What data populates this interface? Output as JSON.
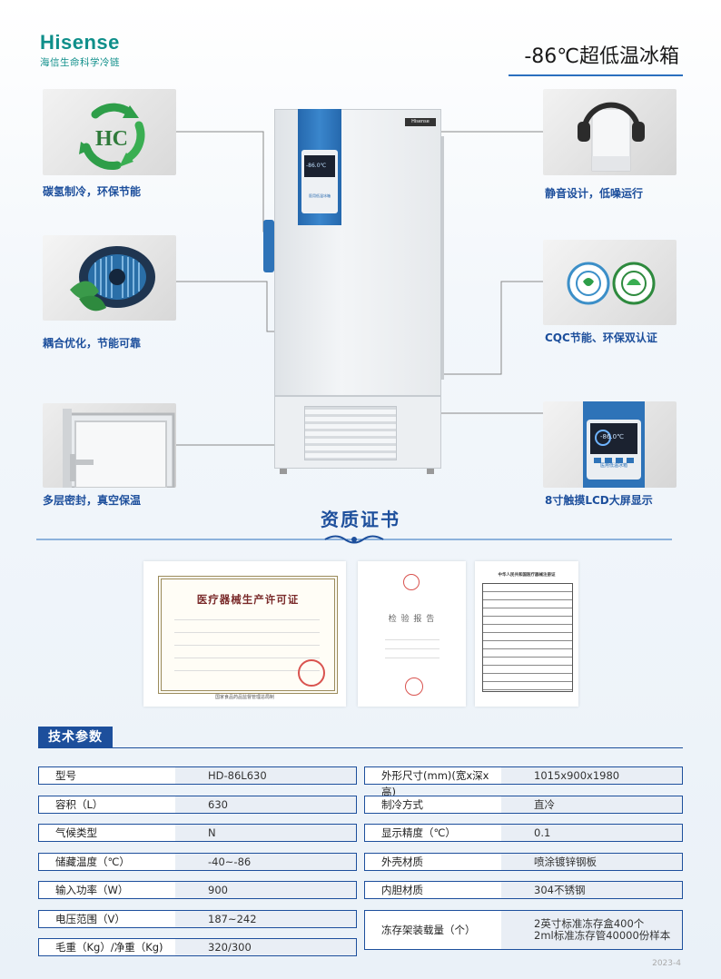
{
  "header": {
    "brand": "Hisense",
    "brand_sub": "海信生命科学冷链",
    "title": "-86℃超低温冰箱"
  },
  "features": [
    {
      "label": "碳氢制冷，环保节能",
      "icon": "hc-recycle-icon"
    },
    {
      "label": "耦合优化，节能可靠",
      "icon": "fan-icon"
    },
    {
      "label": "多层密封，真空保温",
      "icon": "door-seal-icon"
    },
    {
      "label": "静音设计，低噪运行",
      "icon": "headphones-icon"
    },
    {
      "label": "CQC节能、环保双认证",
      "icon": "certification-logo-icon"
    },
    {
      "label": "8寸触摸LCD大屏显示",
      "icon": "lcd-display-icon"
    }
  ],
  "product": {
    "panel_brand": "Hisense",
    "display_temp": "-86.0℃",
    "display_label": "医用低温冰箱"
  },
  "certificates": {
    "section_title": "资质证书",
    "license_title": "医疗器械生产许可证",
    "license_footer": "国家食品药品监督管理总局制",
    "report_title": "检 验 报 告",
    "registration_title": "中华人民共和国医疗器械注册证"
  },
  "tech": {
    "heading": "技术参数",
    "left": [
      {
        "k": "型号",
        "v": "HD-86L630"
      },
      {
        "k": "容积（L）",
        "v": "630"
      },
      {
        "k": "气候类型",
        "v": "N"
      },
      {
        "k": "储藏温度（℃）",
        "v": "-40~-86"
      },
      {
        "k": "输入功率（W）",
        "v": "900"
      },
      {
        "k": "电压范围（V）",
        "v": "187~242"
      },
      {
        "k": "毛重（Kg）/净重（Kg)",
        "v": "320/300"
      }
    ],
    "right": [
      {
        "k": "外形尺寸(mm)(宽x深x高)",
        "v": "1015x900x1980"
      },
      {
        "k": "制冷方式",
        "v": "直冷"
      },
      {
        "k": "显示精度（℃）",
        "v": "0.1"
      },
      {
        "k": "外壳材质",
        "v": "喷涂镀锌钢板"
      },
      {
        "k": "内胆材质",
        "v": "304不锈钢"
      }
    ],
    "right_last": {
      "k": "冻存架装载量（个）",
      "v1": "2英寸标准冻存盒400个",
      "v2": "2ml标准冻存管40000份样本"
    }
  },
  "footer": {
    "code": "2023-4"
  },
  "colors": {
    "brand_teal": "#0f8f8a",
    "accent_blue": "#1d4f9c",
    "panel_blue": "#2e73b8"
  }
}
